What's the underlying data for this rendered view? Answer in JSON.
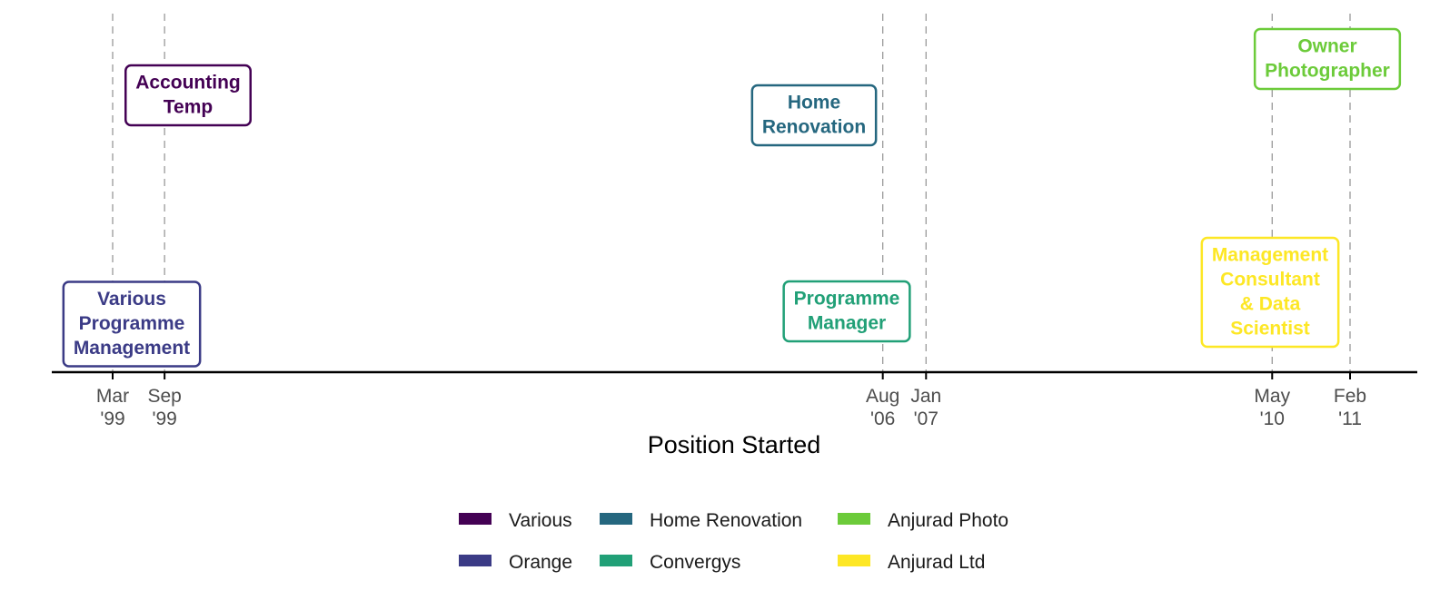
{
  "chart_data": {
    "type": "timeline",
    "xlabel": "Position Started",
    "events": [
      {
        "date": "1999-03",
        "tick_label": [
          "Mar",
          "'99"
        ],
        "company": "Orange",
        "title_lines": [
          "Various",
          "Programme",
          "Management"
        ],
        "tier": "low"
      },
      {
        "date": "1999-09",
        "tick_label": [
          "Sep",
          "'99"
        ],
        "company": "Various",
        "title_lines": [
          "Accounting",
          "Temp"
        ],
        "tier": "high"
      },
      {
        "date": "2006-08",
        "tick_label": [
          "Aug",
          "'06"
        ],
        "company": "Home Renovation",
        "title_lines": [
          "Home",
          "Renovation"
        ],
        "tier": "high"
      },
      {
        "date": "2007-01",
        "tick_label": [
          "Jan",
          "'07"
        ],
        "company": "Convergys",
        "title_lines": [
          "Programme",
          "Manager"
        ],
        "tier": "low"
      },
      {
        "date": "2010-05",
        "tick_label": [
          "May",
          "'10"
        ],
        "company": "Anjurad Ltd",
        "title_lines": [
          "Management",
          "Consultant",
          "& Data",
          "Scientist"
        ],
        "tier": "low"
      },
      {
        "date": "2011-02",
        "tick_label": [
          "Feb",
          "'11"
        ],
        "company": "Anjurad Photo",
        "title_lines": [
          "Owner",
          "Photographer"
        ],
        "tier": "high"
      }
    ],
    "legend": [
      {
        "name": "Various",
        "color": "#440154"
      },
      {
        "name": "Orange",
        "color": "#3B3B86"
      },
      {
        "name": "Home Renovation",
        "color": "#25677F"
      },
      {
        "name": "Convergys",
        "color": "#21A077"
      },
      {
        "name": "Anjurad Photo",
        "color": "#6CCB3A"
      },
      {
        "name": "Anjurad Ltd",
        "color": "#FDE725"
      }
    ],
    "legend_position": "bottom",
    "grid": false
  }
}
